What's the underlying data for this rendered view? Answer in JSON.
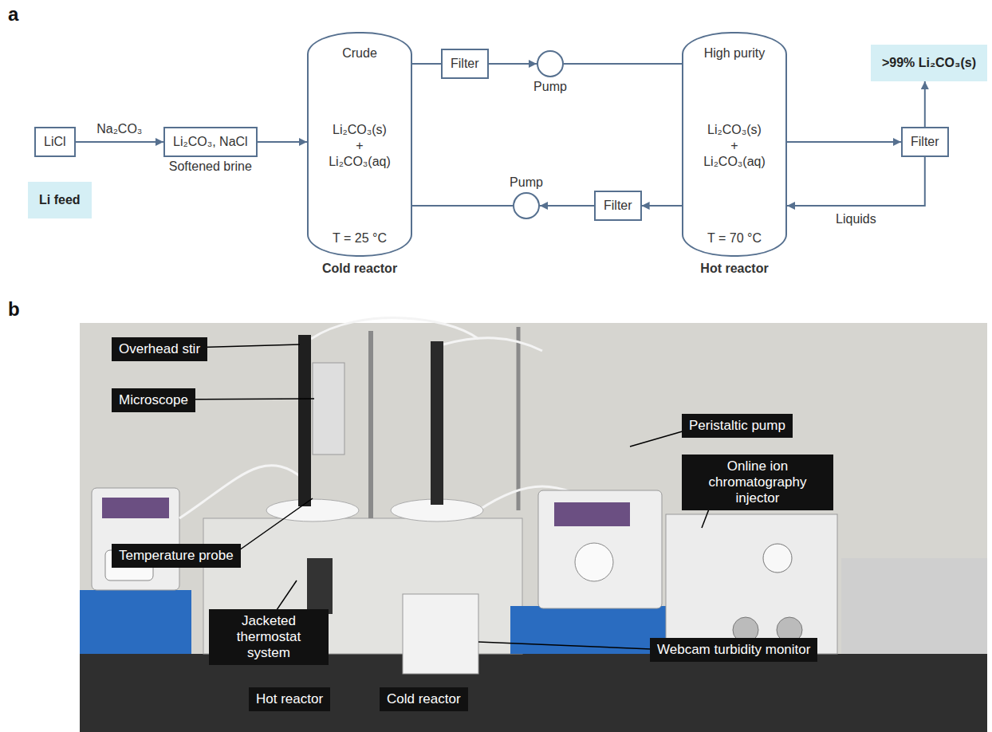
{
  "diagram": {
    "nodes": [
      {
        "text": [
          "LiCl"
        ]
      },
      {
        "text": [
          "Li feed"
        ]
      },
      {
        "text": [
          "Li₂CO₃, NaCl",
          "Softened brine"
        ]
      },
      {
        "text": [
          "Crude",
          "Li₂CO₃(s) + Li₂CO₃(aq)",
          "T = 25 °C",
          "Cold reactor"
        ]
      },
      {
        "text": [
          "Filter"
        ]
      },
      {
        "text": [
          "Pump"
        ]
      },
      {
        "text": [
          "Filter"
        ]
      },
      {
        "text": [
          "Pump"
        ]
      },
      {
        "text": [
          "High purity",
          "Li₂CO₃(s) + Li₂CO₃(aq)",
          "T = 70 °C",
          "Hot reactor"
        ]
      },
      {
        "text": [
          "Filter"
        ]
      },
      {
        "text": [
          ">99% Li₂CO₃(s)"
        ]
      },
      {
        "text": [
          "Overhead stir"
        ]
      },
      {
        "text": [
          "Microscope"
        ]
      },
      {
        "text": [
          "Temperature probe"
        ]
      },
      {
        "text": [
          "Jacketed thermostat system"
        ]
      },
      {
        "text": [
          "Hot reactor"
        ]
      },
      {
        "text": [
          "Cold reactor"
        ]
      },
      {
        "text": [
          "Peristaltic pump"
        ]
      },
      {
        "text": [
          "Online ion chromatography injector"
        ]
      },
      {
        "text": [
          "Webcam turbidity monitor"
        ]
      }
    ],
    "edges": [
      {
        "from": 0,
        "to": 2,
        "label": "Na₂CO₃",
        "arrow": "to"
      },
      {
        "from": 2,
        "to": 3,
        "arrow": "to"
      },
      {
        "from": 3,
        "to": 4,
        "arrow": "none"
      },
      {
        "from": 4,
        "to": 5,
        "arrow": "to"
      },
      {
        "from": 5,
        "to": 8,
        "arrow": "none"
      },
      {
        "from": 8,
        "to": 6,
        "arrow": "to"
      },
      {
        "from": 6,
        "to": 7,
        "arrow": "to"
      },
      {
        "from": 7,
        "to": 3,
        "arrow": "none"
      },
      {
        "from": 8,
        "to": 9,
        "arrow": "to"
      },
      {
        "from": 9,
        "to": 10,
        "arrow": "to"
      },
      {
        "from": 9,
        "to": 8,
        "label": "Liquids",
        "arrow": "to"
      }
    ],
    "labels": [
      "a",
      "b"
    ]
  }
}
